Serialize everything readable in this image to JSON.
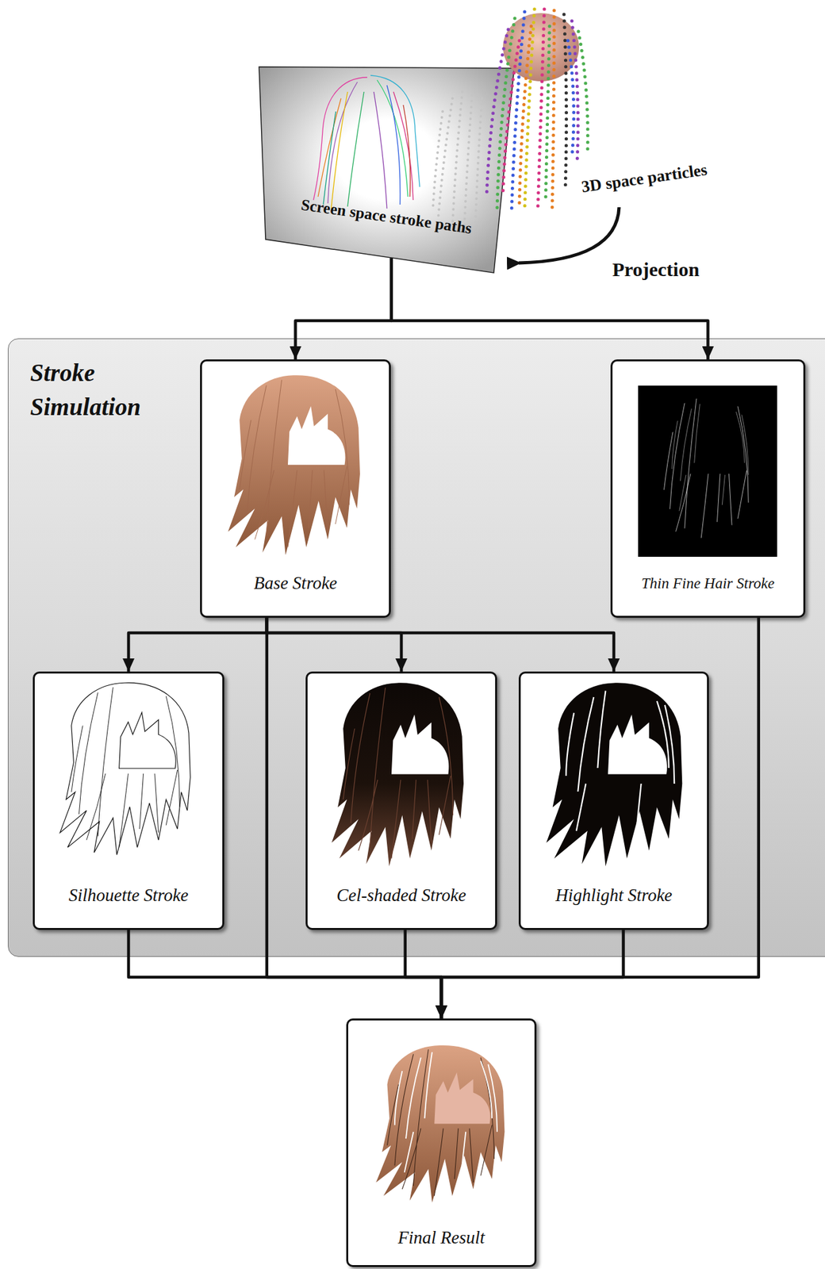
{
  "diagram": {
    "nodes": [
      {
        "text": [
          "Screen space stroke paths"
        ]
      },
      {
        "text": [
          "Stroke Simulation"
        ]
      },
      {
        "text": [
          "Base Stroke"
        ],
        "in": 1
      },
      {
        "text": [
          "Thin Fine Hair Stroke"
        ],
        "in": 1
      },
      {
        "text": [
          "Silhouette Stroke"
        ],
        "in": 1
      },
      {
        "text": [
          "Cel-shaded Stroke"
        ],
        "in": 1
      },
      {
        "text": [
          "Highlight Stroke"
        ],
        "in": 1
      },
      {
        "text": [
          "Final Result"
        ]
      }
    ],
    "edges": [
      {
        "from": 0,
        "to": 2,
        "arrow": "to"
      },
      {
        "from": 0,
        "to": 3,
        "arrow": "to"
      },
      {
        "from": 2,
        "to": 4,
        "arrow": "to"
      },
      {
        "from": 2,
        "to": 5,
        "arrow": "to"
      },
      {
        "from": 2,
        "to": 6,
        "arrow": "to"
      },
      {
        "from": 4,
        "to": 7,
        "arrow": "to"
      },
      {
        "from": 2,
        "to": 7,
        "arrow": "to"
      },
      {
        "from": 5,
        "to": 7,
        "arrow": "to"
      },
      {
        "from": 6,
        "to": 7,
        "arrow": "to"
      },
      {
        "from": 3,
        "to": 7,
        "arrow": "to"
      }
    ],
    "labels": [
      "3D space particles",
      "Projection"
    ]
  }
}
